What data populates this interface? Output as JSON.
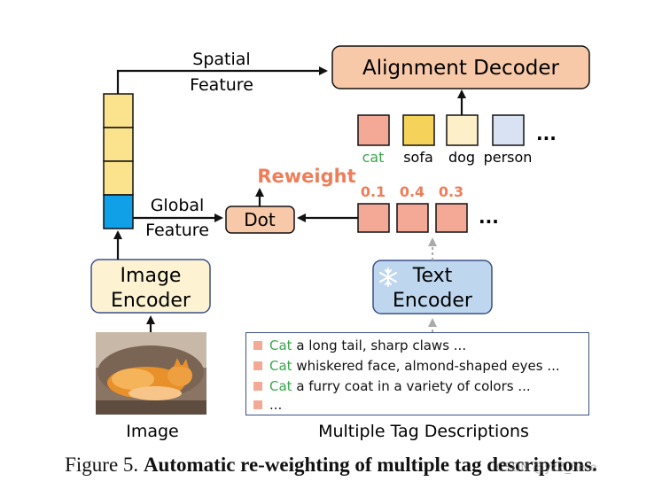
{
  "labels": {
    "spatial_feature_line1": "Spatial",
    "spatial_feature_line2": "Feature",
    "global_feature_line1": "Global",
    "global_feature_line2": "Feature",
    "alignment_decoder": "Alignment Decoder",
    "dot": "Dot",
    "reweight": "Reweight",
    "image_encoder_line1": "Image",
    "image_encoder_line2": "Encoder",
    "text_encoder_line1": "Text",
    "text_encoder_line2": "Encoder",
    "image": "Image",
    "multiple_tag_descriptions": "Multiple Tag Descriptions",
    "ellipsis": "..."
  },
  "tags": [
    "cat",
    "sofa",
    "dog",
    "person"
  ],
  "weights": [
    "0.1",
    "0.4",
    "0.3"
  ],
  "descriptions": [
    {
      "tag": "Cat",
      "text": " a long tail, sharp claws ..."
    },
    {
      "tag": "Cat",
      "text": " whiskered face, almond-shaped eyes ..."
    },
    {
      "tag": "Cat",
      "text": " a furry coat in a variety of colors ..."
    },
    {
      "tag": "",
      "text": "..."
    }
  ],
  "caption": {
    "prefix": "Figure 5. ",
    "bold": "Automatic re-weighting of multiple tag descriptions."
  },
  "watermark": "CSDN @yzZ_here",
  "colors": {
    "orange_box": "#f8c9a8",
    "salmon": "#f3a995",
    "yellow": "#fbe28c",
    "gold": "#f5d35a",
    "cream": "#fdf0c8",
    "lavender": "#d9e2f3",
    "blue_cell": "#10a0e8",
    "encoder_cream": "#fdf3d3",
    "text_encoder_blue": "#bfd7ee",
    "reweight_orange": "#ee7e5a",
    "tag_green": "#3aa64b"
  }
}
